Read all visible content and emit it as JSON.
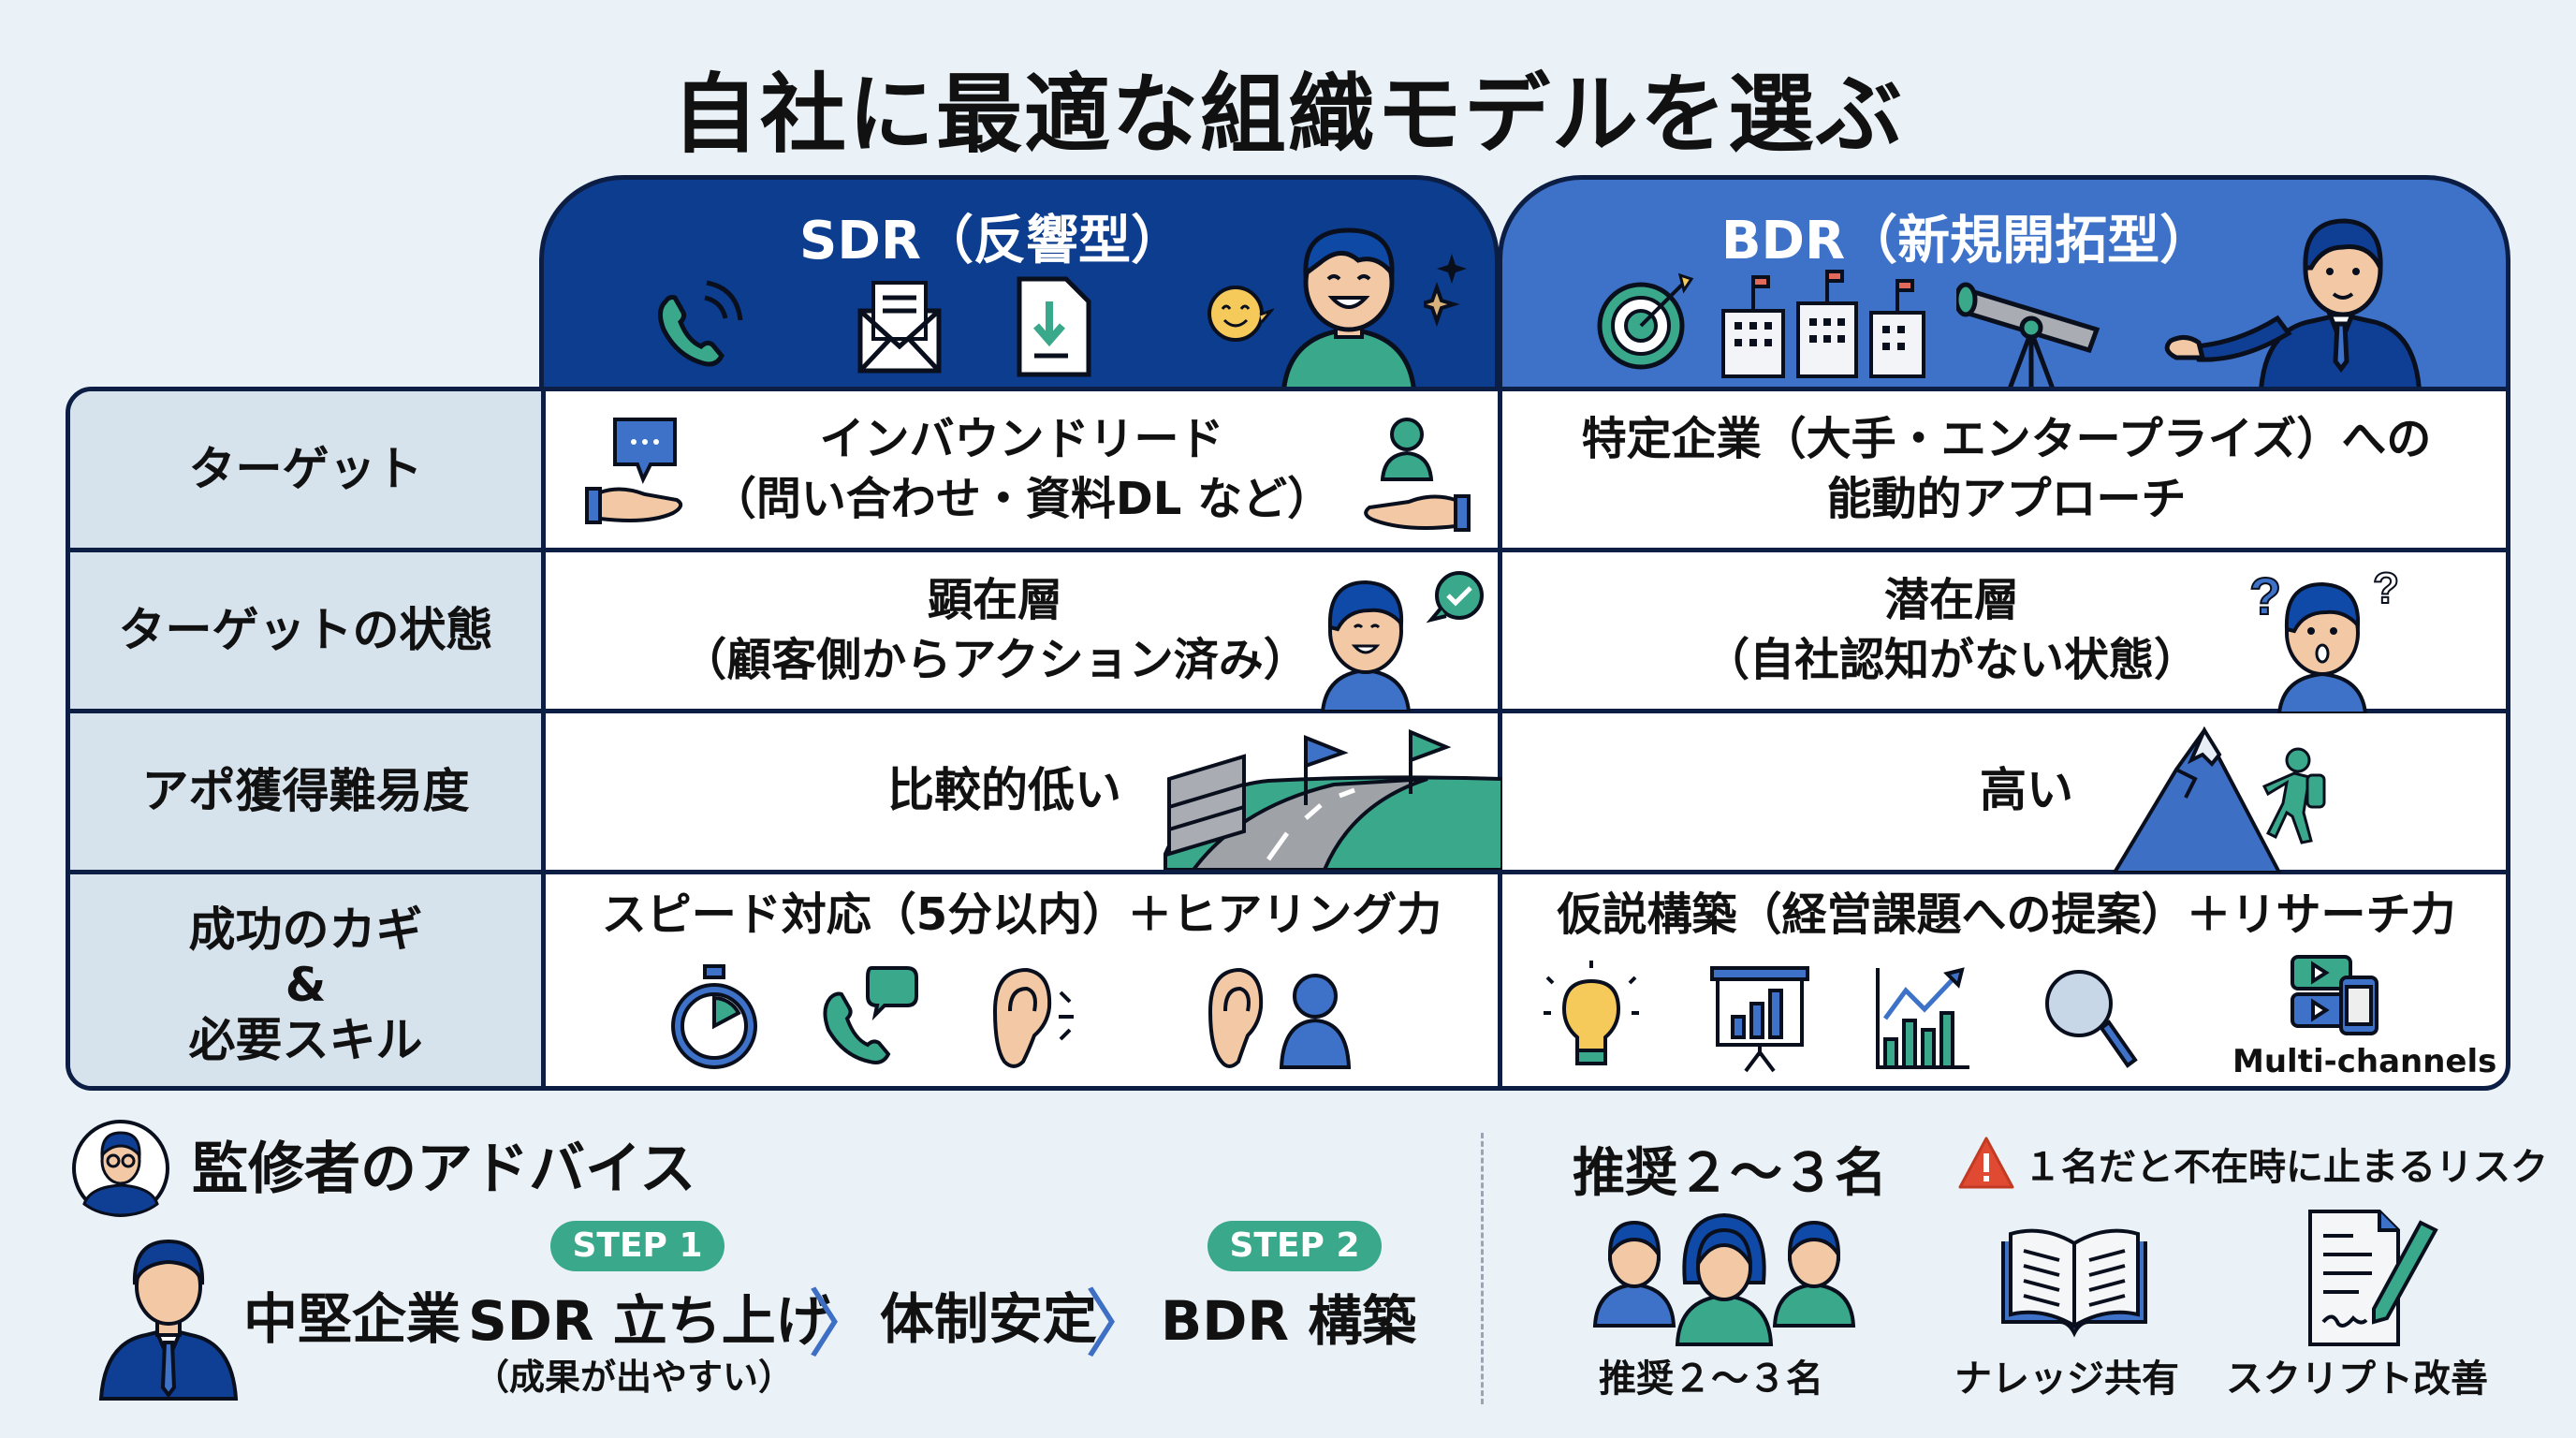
{
  "title": "自社に最適な組織モデルを選ぶ",
  "colors": {
    "sdr_header": "#0c3d8f",
    "bdr_header": "#3d72c8",
    "teal": "#3aa88a",
    "blue": "#3d6fc4",
    "label_bg": "#d6e2ec",
    "border": "#0d1e45",
    "background": "#eaf2f8",
    "warning": "#e04a32"
  },
  "columns": {
    "sdr": {
      "title": "SDR（反響型）",
      "icons": [
        "phone-ringing-icon",
        "envelope-letter-icon",
        "download-document-icon",
        "smiley-bubble-icon",
        "happy-person-icon",
        "sparkle-icon"
      ]
    },
    "bdr": {
      "title": "BDR（新規開拓型）",
      "icons": [
        "target-icon",
        "buildings-icon",
        "telescope-icon",
        "businessman-pointing-icon"
      ]
    }
  },
  "rows": [
    {
      "label": "ターゲット",
      "sdr": {
        "line1": "インバウンドリード",
        "line2": "（問い合わせ・資料DL など）"
      },
      "bdr": {
        "line1": "特定企業（大手・エンタープライズ）への",
        "line2": "能動的アプローチ"
      }
    },
    {
      "label": "ターゲットの状態",
      "sdr": {
        "line1": "顕在層",
        "line2": "（顧客側からアクション済み）"
      },
      "bdr": {
        "line1": "潜在層",
        "line2": "（自社認知がない状態）"
      }
    },
    {
      "label": "アポ獲得難易度",
      "sdr": {
        "line1": "比較的低い"
      },
      "bdr": {
        "line1": "高い"
      }
    },
    {
      "label_lines": [
        "成功のカギ",
        "&",
        "必要スキル"
      ],
      "sdr": {
        "line1": "スピード対応（5分以内）＋ヒアリング力"
      },
      "bdr": {
        "line1": "仮説構築（経営課題への提案）＋リサーチ力",
        "icon_caption": "Multi-channels"
      }
    }
  ],
  "advice": {
    "heading": "監修者のアドバイス",
    "company": "中堅企業",
    "step1_badge": "STEP 1",
    "step1_text": "SDR 立ち上げ",
    "step1_note": "（成果が出やすい）",
    "middle_text": "体制安定",
    "step2_badge": "STEP 2",
    "step2_text": "BDR 構築",
    "chevron": "〉"
  },
  "team": {
    "heading": "推奨２～３名",
    "warning": "１名だと不在時に止まるリスク",
    "people_caption": "推奨２～３名",
    "knowledge_caption": "ナレッジ共有",
    "script_caption": "スクリプト改善"
  }
}
